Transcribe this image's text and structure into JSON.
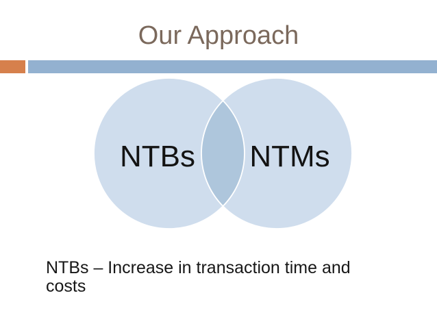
{
  "slide": {
    "title": "Our Approach",
    "title_color": "#7b695c",
    "accent_bar": {
      "orange_color": "#d6804c",
      "blue_color": "#93b1d0"
    },
    "venn": {
      "left_label": "NTBs",
      "right_label": "NTMs",
      "circle_fill": "#cfdded",
      "overlap_fill": "#aec6dc",
      "outline_color": "#ffffff",
      "label_color": "#131313"
    },
    "body_text": "NTBs – Increase in transaction time and costs"
  }
}
